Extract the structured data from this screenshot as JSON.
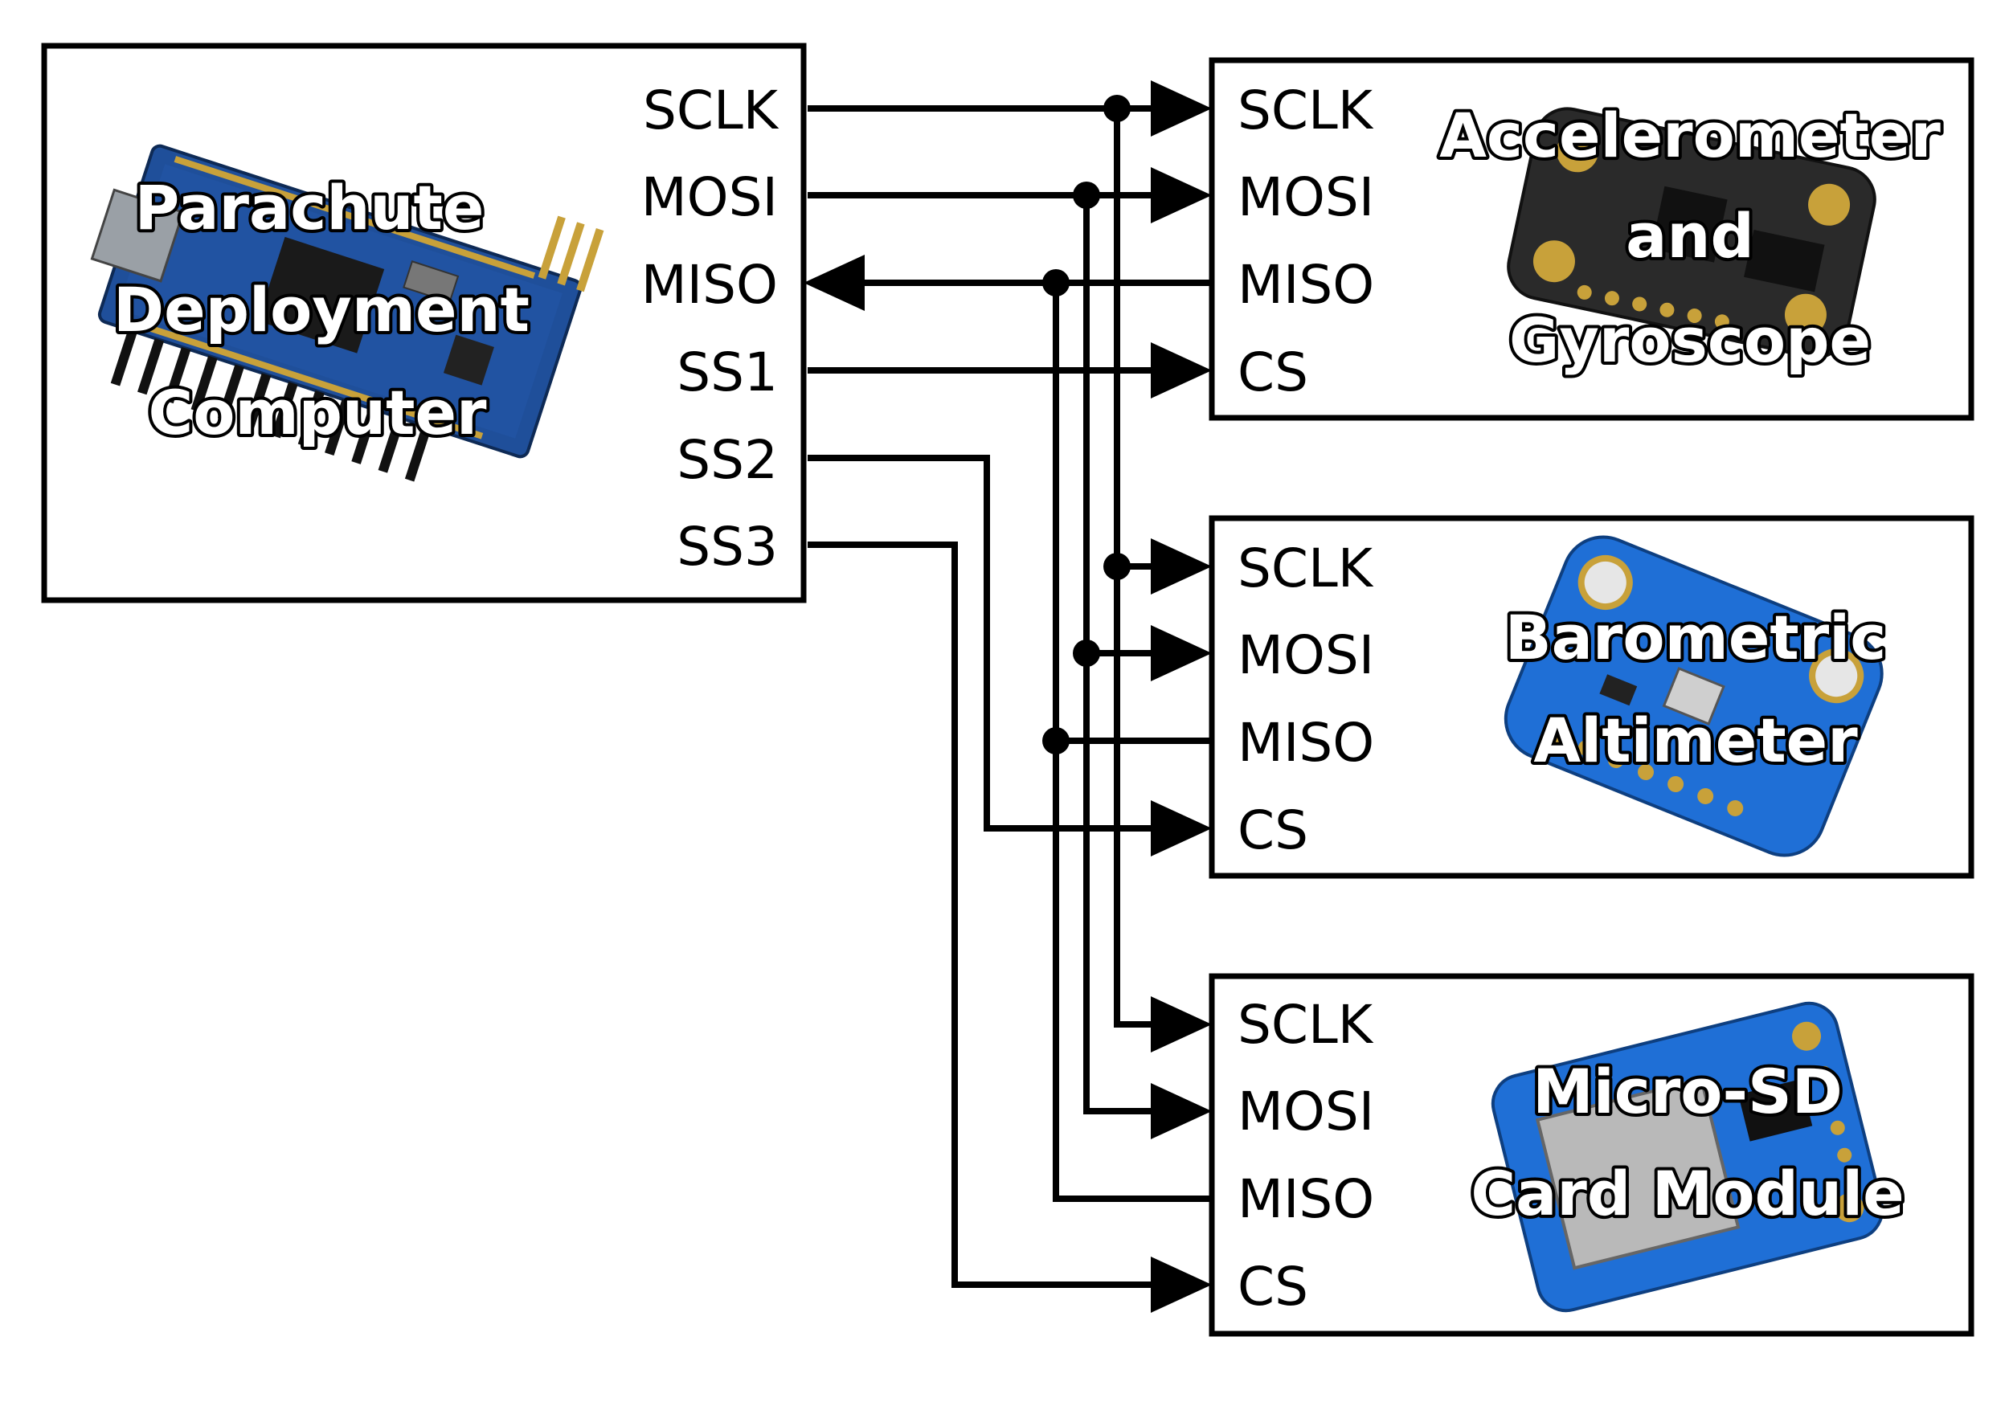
{
  "controller": {
    "title_lines": [
      "Parachute",
      "Deployment",
      "Computer"
    ],
    "pins": [
      "SCLK",
      "MOSI",
      "MISO",
      "SS1",
      "SS2",
      "SS3"
    ]
  },
  "devices": [
    {
      "title_lines": [
        "Accelerometer",
        "and",
        "Gyroscope"
      ],
      "pins": [
        "SCLK",
        "MOSI",
        "MISO",
        "CS"
      ]
    },
    {
      "title_lines": [
        "Barometric",
        "Altimeter"
      ],
      "pins": [
        "SCLK",
        "MOSI",
        "MISO",
        "CS"
      ]
    },
    {
      "title_lines": [
        "Micro-SD",
        "Card Module"
      ],
      "pins": [
        "SCLK",
        "MOSI",
        "MISO",
        "CS"
      ]
    }
  ],
  "board_colors": {
    "pcb": "#1f4f9a",
    "pcb_dark": "#153a74",
    "chip": "#1a1a1a",
    "pin_gold": "#c8a13a",
    "sensor_pcb": "#2a2a2a"
  }
}
